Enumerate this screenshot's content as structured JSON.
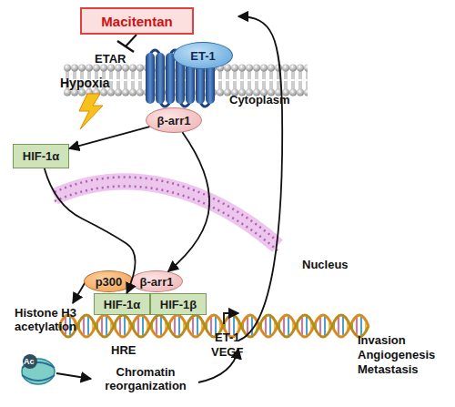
{
  "diagram": {
    "nodes": [
      {
        "text": [
          "Macitentan"
        ]
      },
      {
        "text": [
          "ET-1"
        ]
      },
      {
        "text": [
          "β-arr1"
        ]
      },
      {
        "text": [
          "HIF-1α"
        ]
      },
      {
        "text": [
          "p300"
        ]
      },
      {
        "text": [
          "β-arr1"
        ]
      },
      {
        "text": [
          "HIF-1α"
        ]
      },
      {
        "text": [
          "HIF-1β"
        ]
      }
    ],
    "edges": [
      {
        "from": 2,
        "to": 3,
        "arrow": "to"
      },
      {
        "from": 2,
        "to": 5,
        "arrow": "to"
      },
      {
        "from": 3,
        "to": 6,
        "arrow": "to"
      }
    ],
    "labels": [
      "ETAR",
      "Hypoxia",
      "Cytoplasm",
      "Nucleus",
      "Histone H3 acetylation",
      "Ac",
      "HRE",
      "Chromatin reorganization",
      "ET-1",
      "VEGF",
      "Invasion",
      "Angiogenesis",
      "Metastasis"
    ]
  }
}
